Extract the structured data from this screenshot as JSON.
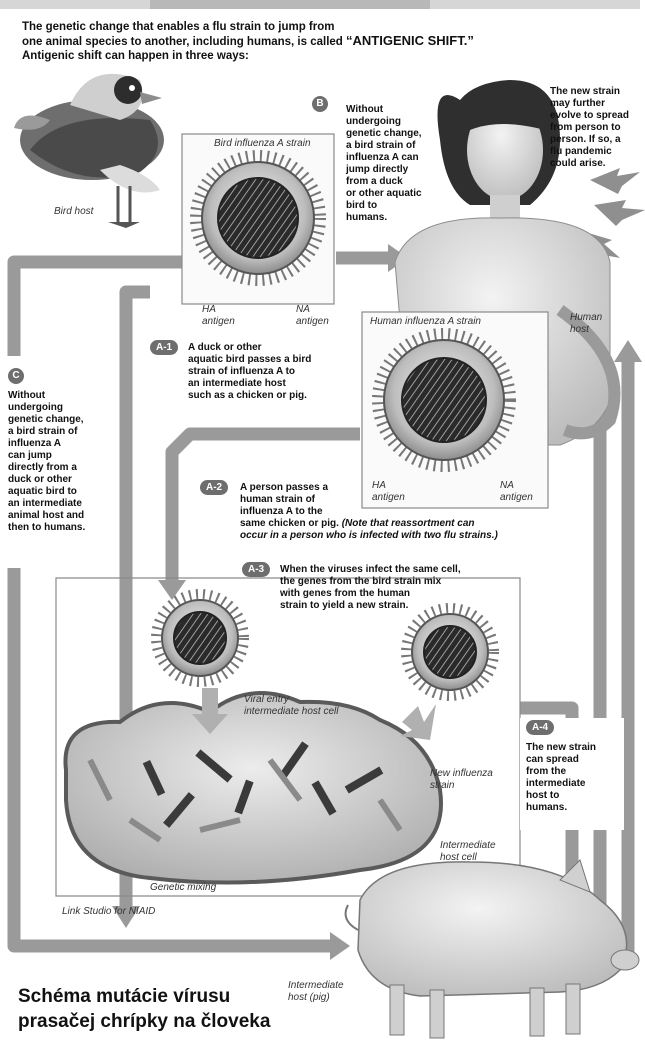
{
  "intro": {
    "line1": "The genetic change that enables a flu strain to jump from",
    "line2_pre": "one animal species to another, including humans, is called ",
    "line2_term": "“ANTIGENIC SHIFT.”",
    "line3": "Antigenic shift can happen in three ways:"
  },
  "labels": {
    "bird_host": "Bird host",
    "bird_strain": "Bird influenza A strain",
    "ha_antigen_1": [
      "HA",
      "antigen"
    ],
    "na_antigen_1": [
      "NA",
      "antigen"
    ],
    "human_strain": "Human influenza A strain",
    "ha_antigen_2": [
      "HA",
      "antigen"
    ],
    "na_antigen_2": [
      "NA",
      "antigen"
    ],
    "human_host": [
      "Human",
      "host"
    ],
    "viral_entry": [
      "Viral entry",
      "intermediate host cell"
    ],
    "new_strain": [
      "New influenza",
      "strain"
    ],
    "intermediate_cell": [
      "Intermediate",
      "host cell"
    ],
    "genetic_mixing": "Genetic mixing",
    "credit": "Link Studio for NIAID",
    "intermediate_host": [
      "Intermediate",
      "host (pig)"
    ]
  },
  "steps": {
    "b": {
      "badge": "B",
      "lines": [
        "Without",
        "undergoing",
        "genetic change,",
        "a bird strain of",
        "influenza A can",
        "jump directly",
        "from a duck",
        "or other aquatic",
        "bird to",
        "humans."
      ]
    },
    "c": {
      "badge": "C",
      "lines": [
        "Without",
        "undergoing",
        "genetic change,",
        "a bird strain of",
        "influenza A",
        "can jump",
        "directly from a",
        "duck or other",
        "aquatic bird to",
        "an intermediate",
        "animal host and",
        "then to humans."
      ]
    },
    "top_right": {
      "lines": [
        "The new strain",
        "may further",
        "evolve to spread",
        "from person to",
        "person. If so, a",
        "flu pandemic",
        "could arise."
      ]
    },
    "a1": {
      "badge": "A-1",
      "lines": [
        "A duck or other",
        "aquatic bird passes a bird",
        "strain of influenza A to",
        "an intermediate host",
        "such as a chicken or pig."
      ]
    },
    "a2": {
      "badge": "A-2",
      "lines": [
        "A person passes a",
        "human strain of",
        "influenza A to the",
        "same chicken or pig."
      ],
      "note_lines": [
        "(Note that reassortment can",
        "occur in a person who is infected with two flu strains.)"
      ]
    },
    "a3": {
      "badge": "A-3",
      "lines": [
        "When the viruses infect the same cell,",
        "the genes from the bird strain mix",
        "with genes from the human",
        "strain to yield a new strain."
      ]
    },
    "a4": {
      "badge": "A-4",
      "lines": [
        "The new strain",
        "can spread",
        "from the",
        "intermediate",
        "host to",
        "humans."
      ]
    }
  },
  "caption": {
    "line1": "Schéma mutácie vírusu",
    "line2": "prasačej chrípky na človeka"
  }
}
